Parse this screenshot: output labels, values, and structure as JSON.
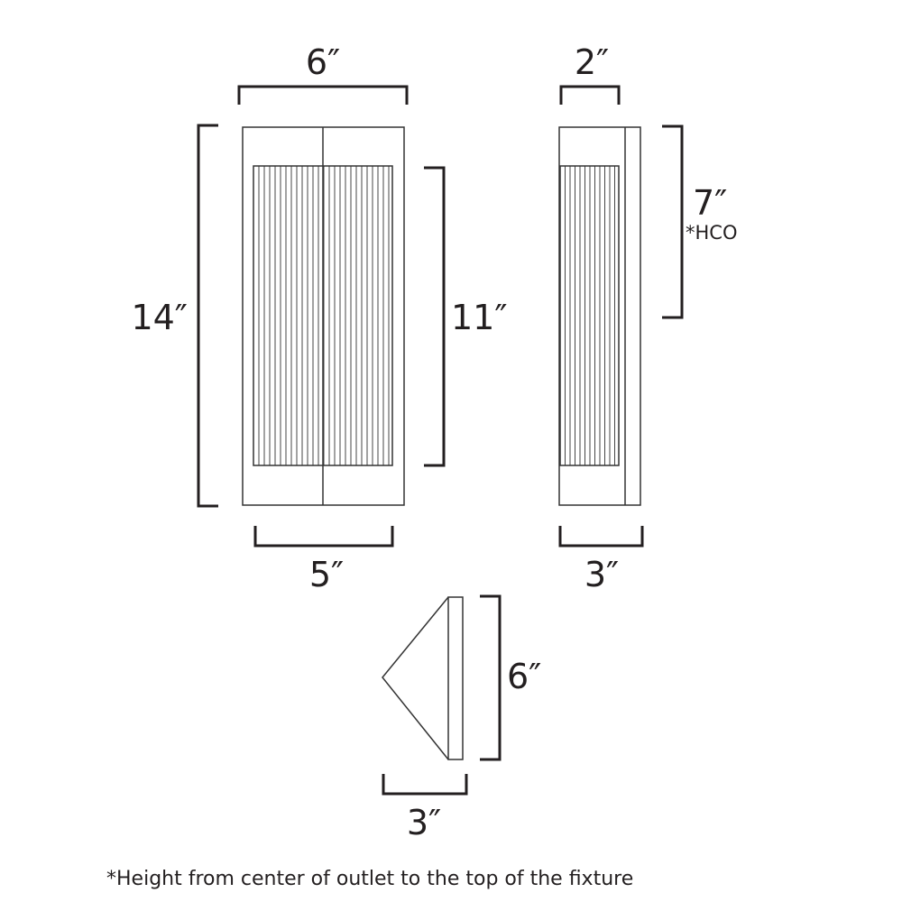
{
  "front_view": {
    "width_label": "6″",
    "height_label": "14″",
    "shade_height_label": "11″",
    "base_width_label": "5″"
  },
  "side_view": {
    "depth_label": "2″",
    "hco_label": "7″",
    "hco_note": "*HCO",
    "base_depth_label": "3″"
  },
  "top_view": {
    "height_label": "6″",
    "depth_label": "3″"
  },
  "footnote": "*Height from center of outlet to the top of the fixture",
  "colors": {
    "line": "#231f20"
  }
}
